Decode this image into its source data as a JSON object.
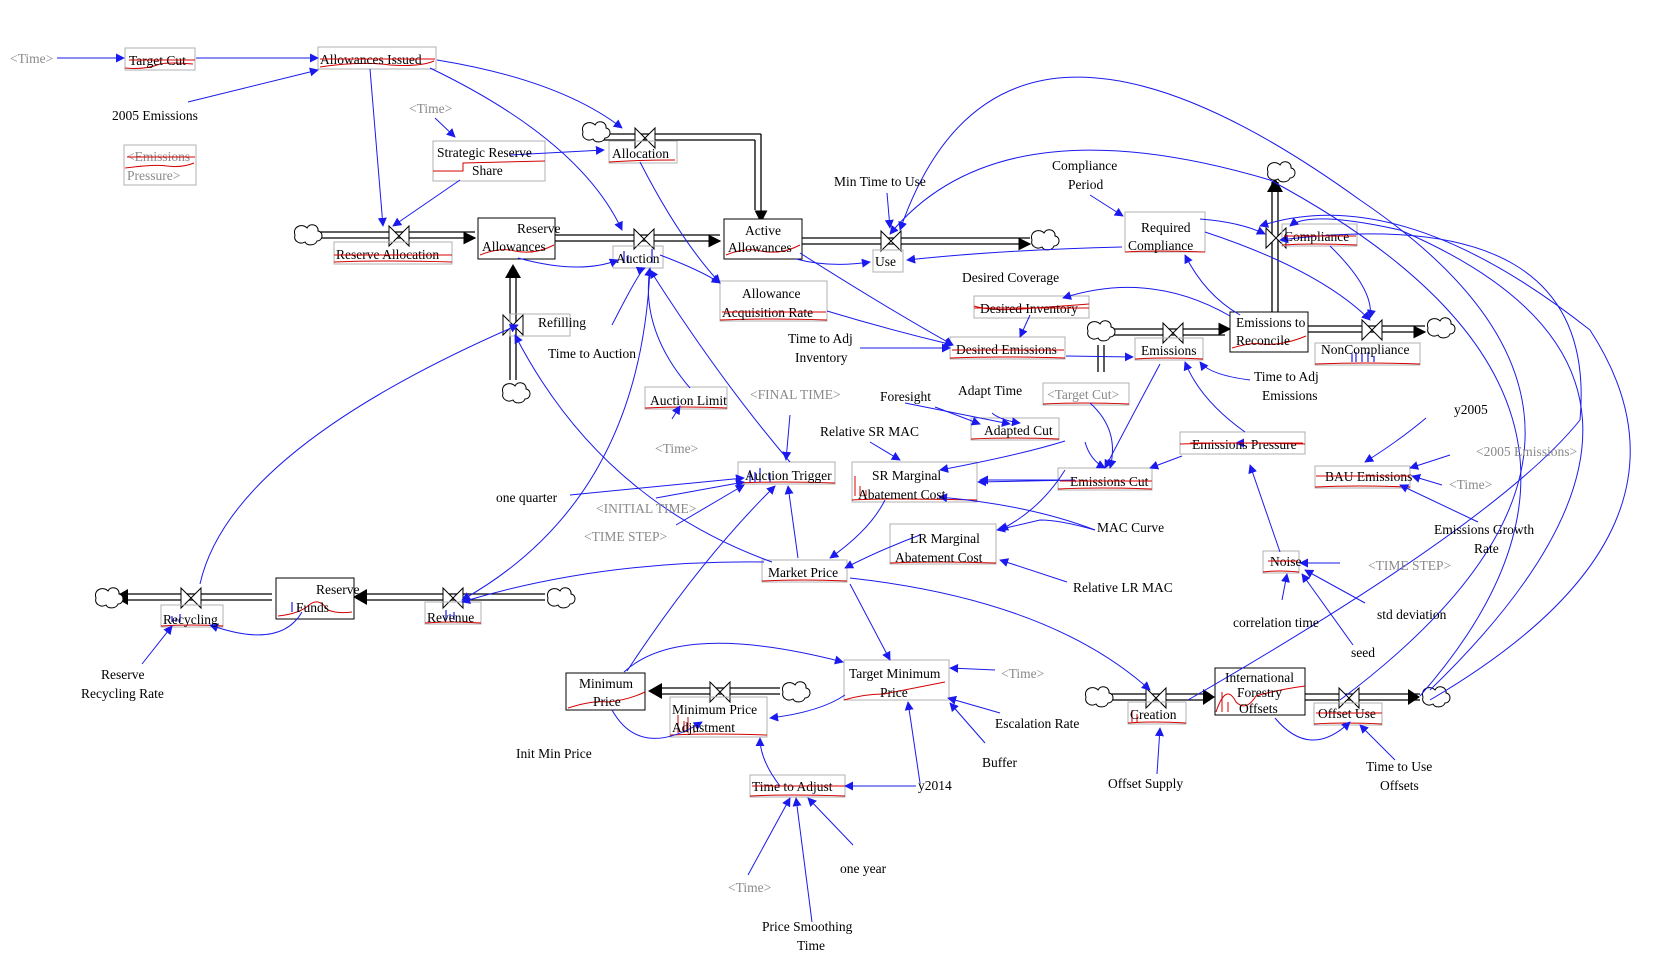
{
  "labels": {
    "time_1": "<Time>",
    "target_cut": "Target Cut",
    "allowances_issued": "Allowances Issued",
    "emissions_2005": "2005 Emissions",
    "time_2": "<Time>",
    "emissions_pressure_shadow_1": "<Emissions",
    "emissions_pressure_shadow_2": "Pressure>",
    "strategic_reserve_1": "Strategic Reserve",
    "strategic_reserve_2": "Share",
    "allocation": "Allocation",
    "reserve_allowances_1": "Reserve",
    "reserve_allowances_2": "Allowances",
    "reserve_allocation": "Reserve Allocation",
    "auction": "Auction",
    "active_allowances_1": "Active",
    "active_allowances_2": "Allowances",
    "min_time_to_use": "Min Time to Use",
    "use": "Use",
    "compliance_period_1": "Compliance",
    "compliance_period_2": "Period",
    "required_compliance_1": "Required",
    "required_compliance_2": "Compliance",
    "compliance": "Compliance",
    "allowance_acq_1": "Allowance",
    "allowance_acq_2": "Acquisition Rate",
    "desired_coverage": "Desired Coverage",
    "desired_inventory": "Desired Inventory",
    "refilling": "Refilling",
    "emissions_to_reconcile_1": "Emissions to",
    "emissions_to_reconcile_2": "Reconcile",
    "time_adj_inventory_1": "Time to Adj",
    "time_adj_inventory_2": "Inventory",
    "desired_emissions": "Desired Emissions",
    "emissions": "Emissions",
    "noncompliance": "NonCompliance",
    "time_to_auction": "Time to Auction",
    "time_adj_emissions_1": "Time to Adj",
    "time_adj_emissions_2": "Emissions",
    "final_time": "<FINAL TIME>",
    "foresight": "Foresight",
    "adapt_time": "Adapt Time",
    "target_cut_shadow": "<Target Cut>",
    "y2005": "y2005",
    "auction_limit": "Auction Limit",
    "adapted_cut": "Adapted Cut",
    "relative_sr_mac": "Relative SR MAC",
    "emissions_pressure": "Emissions Pressure",
    "emissions_2005_shadow": "<2005 Emissions>",
    "time_3": "<Time>",
    "auction_trigger": "Auction Trigger",
    "sr_mac_1": "SR Marginal",
    "sr_mac_2": "Abatement Cost",
    "emissions_cut": "Emissions Cut",
    "bau_emissions": "BAU Emissions",
    "time_4": "<Time>",
    "one_quarter": "one quarter",
    "initial_time": "<INITIAL TIME>",
    "time_step_1": "<TIME STEP>",
    "mac_curve": "MAC Curve",
    "emissions_growth_1": "Emissions Growth",
    "emissions_growth_2": "Rate",
    "lr_mac_1": "LR Marginal",
    "lr_mac_2": "Abatement Cost",
    "noise": "Noise",
    "time_step_2": "<TIME STEP>",
    "reserve_funds_1": "Reserve",
    "reserve_funds_2": "Funds",
    "market_price": "Market Price",
    "relative_lr_mac": "Relative LR MAC",
    "std_deviation": "std deviation",
    "revenue": "Revenue",
    "recycling": "Recycling",
    "correlation_time": "correlation time",
    "seed": "seed",
    "reserve_recycling_1": "Reserve",
    "reserve_recycling_2": "Recycling Rate",
    "target_min_price_1": "Target Minimum",
    "target_min_price_2": "Price",
    "time_5": "<Time>",
    "intl_forestry_1": "International",
    "intl_forestry_2": "Forestry",
    "intl_forestry_3": "Offsets",
    "minimum_price_1": "Minimum",
    "minimum_price_2": "Price",
    "min_price_adj_1": "Minimum Price",
    "min_price_adj_2": "Adjustment",
    "creation": "Creation",
    "offset_use": "Offset Use",
    "escalation_rate": "Escalation Rate",
    "init_min_price": "Init Min Price",
    "buffer": "Buffer",
    "time_use_offsets_1": "Time to Use",
    "time_use_offsets_2": "Offsets",
    "time_to_adjust": "Time to Adjust",
    "y2014": "y2014",
    "offset_supply": "Offset Supply",
    "one_year": "one year",
    "time_6": "<Time>",
    "price_smoothing_1": "Price Smoothing",
    "price_smoothing_2": "Time"
  },
  "colors": {
    "link_arrow": "#1a1aee",
    "sparkline": "#d40000",
    "shadow_variable_text": "#8a8a8a",
    "stock_outline": "#000000"
  }
}
